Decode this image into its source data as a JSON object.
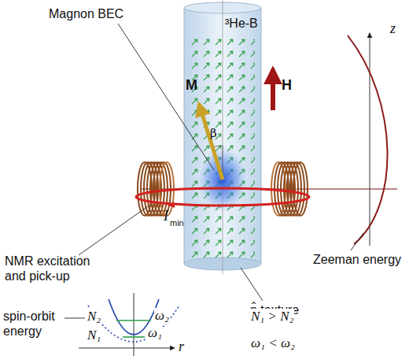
{
  "diagram": {
    "labels": [
      "Magnon BEC",
      "³He-B",
      "M",
      "β",
      "H",
      "z",
      "I",
      "min",
      "NMR excitation and pick-up",
      "Zeeman energy",
      "n̂ texture",
      "spin-orbit energy",
      "N₂",
      "ω₂",
      "N₁",
      "ω₁",
      "r",
      "N₁ > N₂",
      "ω₁ < ω₂"
    ]
  }
}
